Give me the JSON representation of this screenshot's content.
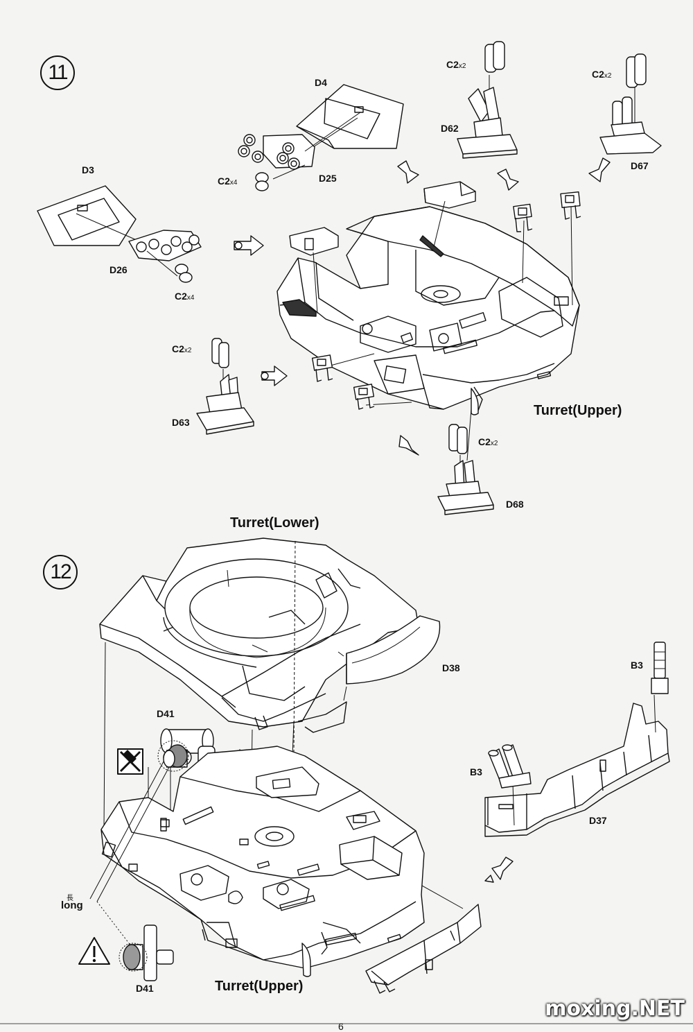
{
  "steps": {
    "step11": "11",
    "step12": "12"
  },
  "labels": {
    "d4": "D4",
    "d3": "D3",
    "d25": "D25",
    "d26": "D26",
    "d62": "D62",
    "d67": "D67",
    "d63": "D63",
    "d68": "D68",
    "d41_top": "D41",
    "d41_bottom": "D41",
    "d38": "D38",
    "d37": "D37",
    "b3_top": "B3",
    "b3_left": "B3",
    "turret_upper_11": "Turret(Upper)",
    "turret_lower": "Turret(Lower)",
    "turret_upper_12": "Turret(Upper)",
    "long_cjk": "長",
    "long_en": "long"
  },
  "multipliers": {
    "c2_x2_d62": {
      "part": "C2",
      "qty": "x2"
    },
    "c2_x2_d67": {
      "part": "C2",
      "qty": "x2"
    },
    "c2_x4_d25": {
      "part": "C2",
      "qty": "x4"
    },
    "c2_x4_d26": {
      "part": "C2",
      "qty": "x4"
    },
    "c2_x2_d63": {
      "part": "C2",
      "qty": "x2"
    },
    "c2_x2_d68": {
      "part": "C2",
      "qty": "x2"
    }
  },
  "watermark": "moxing.NET",
  "page_number": "6"
}
